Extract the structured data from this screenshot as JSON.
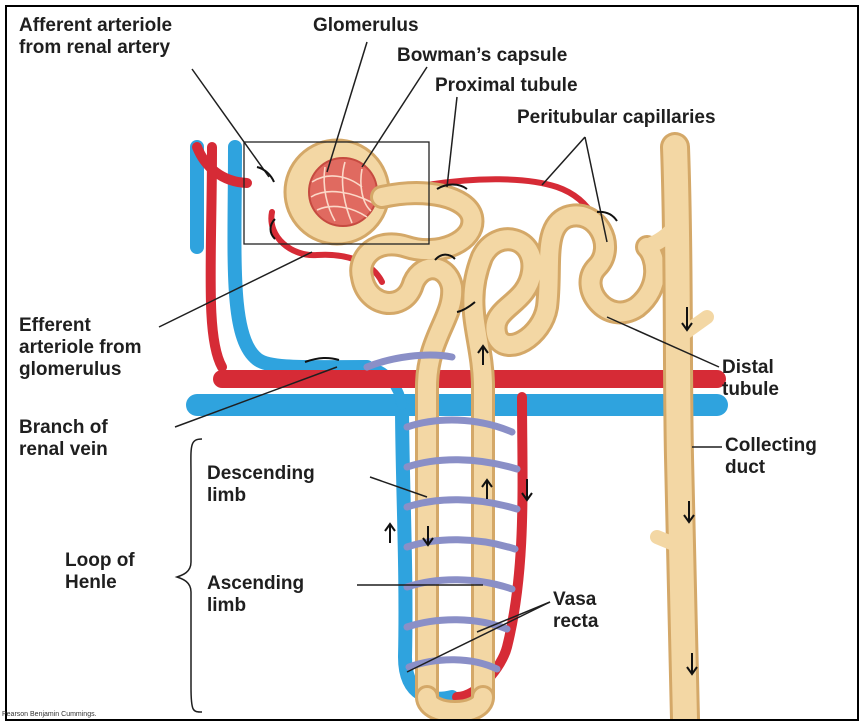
{
  "labels": {
    "afferent_line1": "Afferent arteriole",
    "afferent_line2": "from renal artery",
    "glomerulus": "Glomerulus",
    "bowmans_capsule": "Bowman’s capsule",
    "proximal_tubule": "Proximal tubule",
    "peritubular_capillaries": "Peritubular capillaries",
    "efferent_line1": "Efferent",
    "efferent_line2": "arteriole from",
    "efferent_line3": "glomerulus",
    "distal_line1": "Distal",
    "distal_line2": "tubule",
    "branch_line1": "Branch of",
    "branch_line2": "renal vein",
    "collecting_line1": "Collecting",
    "collecting_line2": "duct",
    "descending_line1": "Descending",
    "descending_line2": "limb",
    "loop_line1": "Loop of",
    "loop_line2": "Henle",
    "ascending_line1": "Ascending",
    "ascending_line2": "limb",
    "vasa_line1": "Vasa",
    "vasa_line2": "recta"
  },
  "credit": "Pearson Benjamin Cummings.",
  "colors": {
    "tubule": "#f3d7a4",
    "tubule_edge": "#d4a868",
    "artery": "#d62b36",
    "vein": "#2fa3de",
    "vasa_recta": "#8a8fc7",
    "label": "#1f1f1f"
  }
}
